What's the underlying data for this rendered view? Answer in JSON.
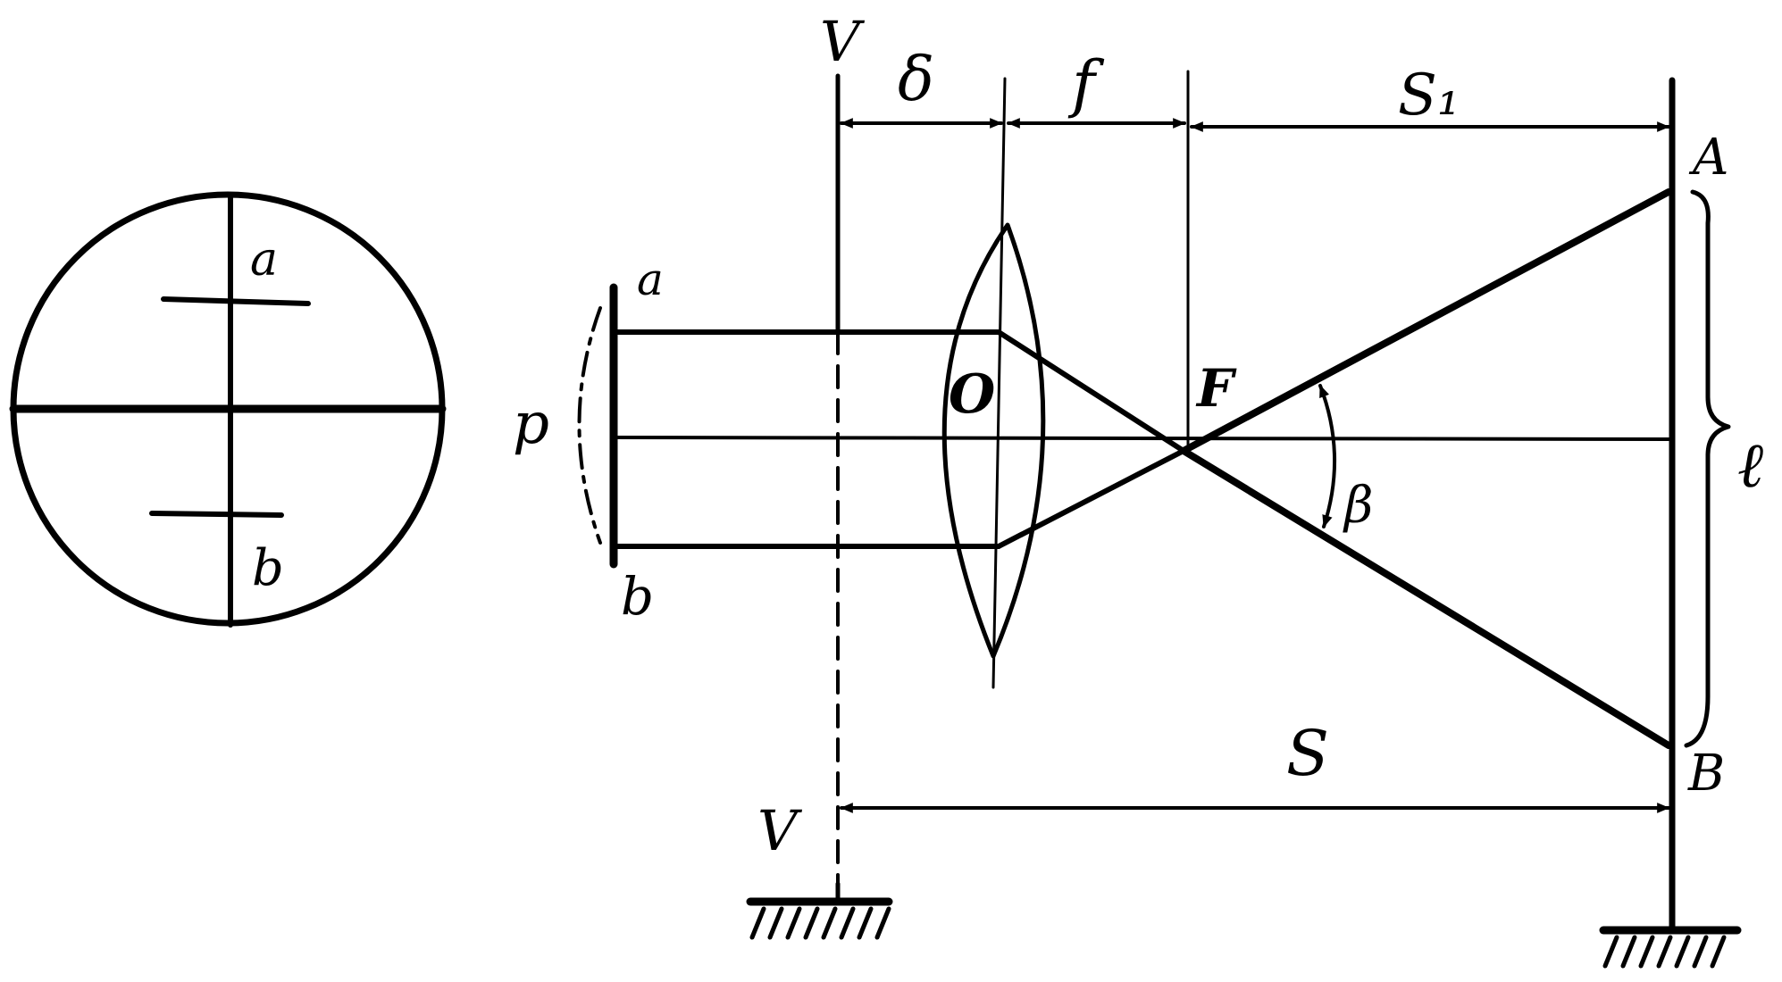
{
  "reticle": {
    "label_a": "a",
    "label_b": "b"
  },
  "labels": {
    "v_top": "V",
    "v_bottom": "V",
    "delta": "δ",
    "f": "f",
    "s1": "S₁",
    "a_point": "A",
    "b_point": "B",
    "l": "ℓ",
    "a_small": "a",
    "b_small": "b",
    "p": "p",
    "o": "O",
    "focus": "F",
    "beta": "β",
    "s": "S"
  },
  "colors": {
    "ink": "#000000",
    "background": "#ffffff"
  }
}
